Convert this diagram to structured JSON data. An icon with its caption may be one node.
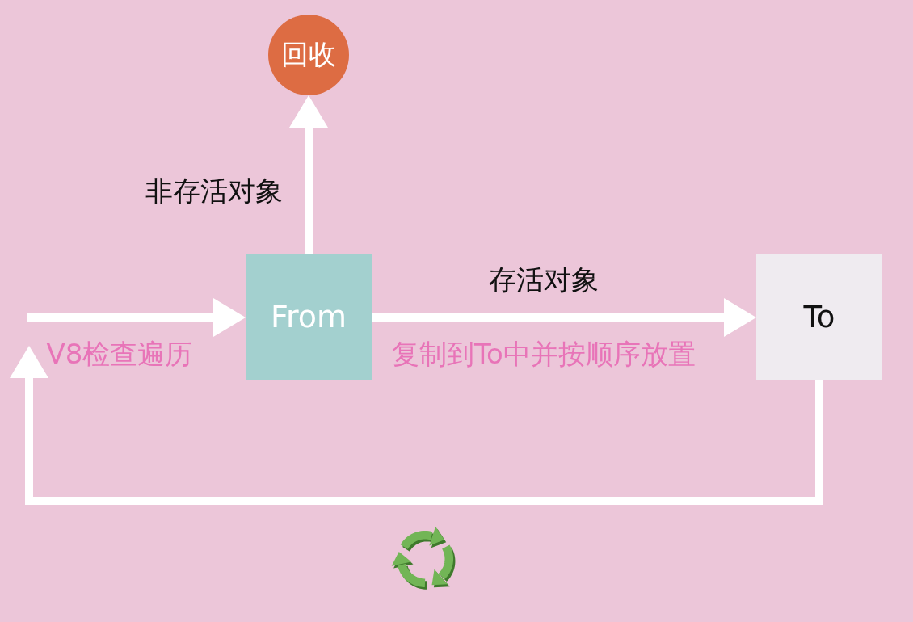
{
  "diagram": {
    "nodes": [
      {
        "text": [
          "回收"
        ]
      },
      {
        "text": [
          "From"
        ]
      },
      {
        "text": [
          "To"
        ]
      }
    ],
    "edges": [
      {
        "from": 1,
        "to": 0,
        "arrow": "to",
        "label": "非存活对象"
      },
      {
        "from": 1,
        "to": 2,
        "arrow": "to",
        "label": "存活对象"
      },
      {
        "from": null,
        "to": 1,
        "arrow": "to"
      },
      {
        "from": 2,
        "to": null,
        "arrow": "to"
      }
    ],
    "labels": [
      "V8检查遍历",
      "复制到To中并按顺序放置"
    ]
  }
}
